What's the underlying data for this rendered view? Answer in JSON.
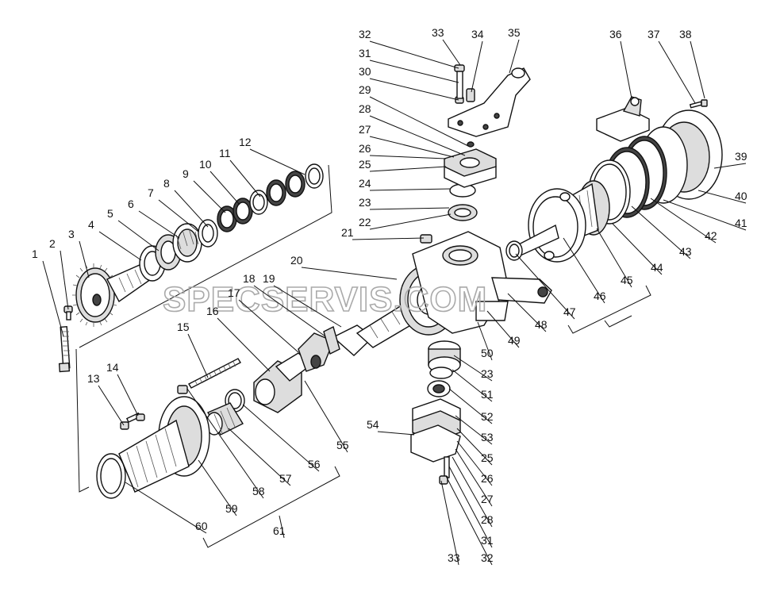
{
  "watermark": "SPECSERVIS.COM",
  "callouts": [
    {
      "n": "1"
    },
    {
      "n": "2"
    },
    {
      "n": "3"
    },
    {
      "n": "4"
    },
    {
      "n": "5"
    },
    {
      "n": "6"
    },
    {
      "n": "7"
    },
    {
      "n": "8"
    },
    {
      "n": "9"
    },
    {
      "n": "10"
    },
    {
      "n": "11"
    },
    {
      "n": "12"
    },
    {
      "n": "13"
    },
    {
      "n": "14"
    },
    {
      "n": "15"
    },
    {
      "n": "16"
    },
    {
      "n": "17"
    },
    {
      "n": "18"
    },
    {
      "n": "19"
    },
    {
      "n": "20"
    },
    {
      "n": "21"
    },
    {
      "n": "22"
    },
    {
      "n": "23"
    },
    {
      "n": "24"
    },
    {
      "n": "25"
    },
    {
      "n": "26"
    },
    {
      "n": "27"
    },
    {
      "n": "28"
    },
    {
      "n": "29"
    },
    {
      "n": "30"
    },
    {
      "n": "31"
    },
    {
      "n": "32"
    },
    {
      "n": "33"
    },
    {
      "n": "34"
    },
    {
      "n": "35"
    },
    {
      "n": "36"
    },
    {
      "n": "37"
    },
    {
      "n": "38"
    },
    {
      "n": "39"
    },
    {
      "n": "40"
    },
    {
      "n": "41"
    },
    {
      "n": "42"
    },
    {
      "n": "43"
    },
    {
      "n": "44"
    },
    {
      "n": "45"
    },
    {
      "n": "46"
    },
    {
      "n": "47"
    },
    {
      "n": "48"
    },
    {
      "n": "49"
    },
    {
      "n": "50"
    },
    {
      "n": "23"
    },
    {
      "n": "51"
    },
    {
      "n": "52"
    },
    {
      "n": "53"
    },
    {
      "n": "54"
    },
    {
      "n": "25"
    },
    {
      "n": "26"
    },
    {
      "n": "27"
    },
    {
      "n": "28"
    },
    {
      "n": "31"
    },
    {
      "n": "32"
    },
    {
      "n": "33"
    },
    {
      "n": "55"
    },
    {
      "n": "56"
    },
    {
      "n": "57"
    },
    {
      "n": "58"
    },
    {
      "n": "59"
    },
    {
      "n": "60"
    },
    {
      "n": "61"
    }
  ]
}
